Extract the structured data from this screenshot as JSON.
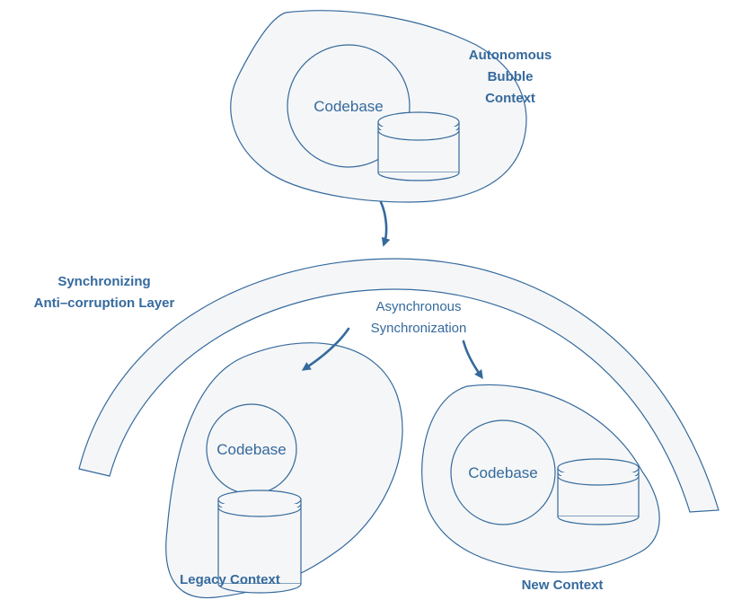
{
  "colors": {
    "stroke": "#356a9d",
    "fill": "#f5f6f7",
    "text": "#356a9d"
  },
  "autonomous_bubble": {
    "title_lines": [
      "Autonomous",
      "Bubble",
      "Context"
    ],
    "codebase_label": "Codebase"
  },
  "acl": {
    "title_lines": [
      "Synchronizing",
      "Anti–corruption Layer"
    ],
    "sync_label_lines": [
      "Asynchronous",
      "Synchronization"
    ]
  },
  "legacy_context": {
    "title": "Legacy Context",
    "codebase_label": "Codebase"
  },
  "new_context": {
    "title": "New Context",
    "codebase_label": "Codebase"
  }
}
